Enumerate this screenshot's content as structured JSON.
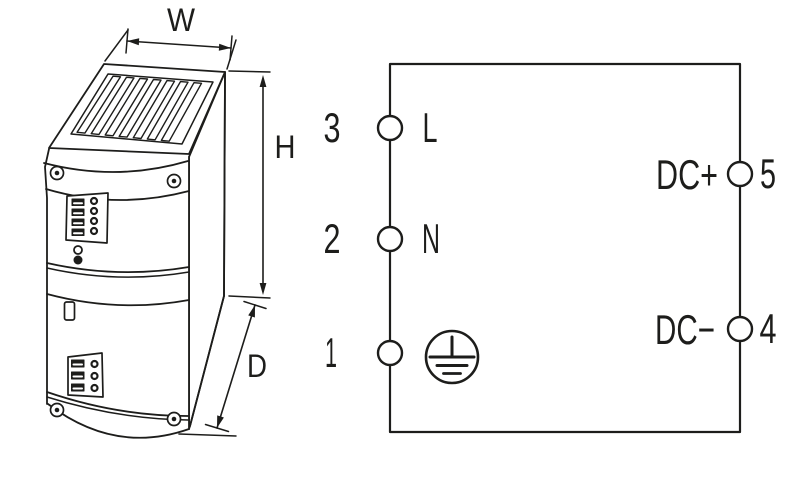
{
  "colors": {
    "line": "#1d1d1b",
    "background": "#ffffff"
  },
  "device_view": {
    "description": "isometric line drawing of DIN-rail power supply unit",
    "dimensions": {
      "width_label": "W",
      "height_label": "H",
      "depth_label": "D"
    }
  },
  "wiring_diagram": {
    "input_terminals": [
      {
        "number": "3",
        "label": "L"
      },
      {
        "number": "2",
        "label": "N"
      },
      {
        "number": "1",
        "label": ""
      }
    ],
    "output_terminals": [
      {
        "label": "DC+",
        "number": "5"
      },
      {
        "label": "DC−",
        "number": "4"
      }
    ],
    "icons": {
      "earth": "protective-earth-icon"
    }
  }
}
